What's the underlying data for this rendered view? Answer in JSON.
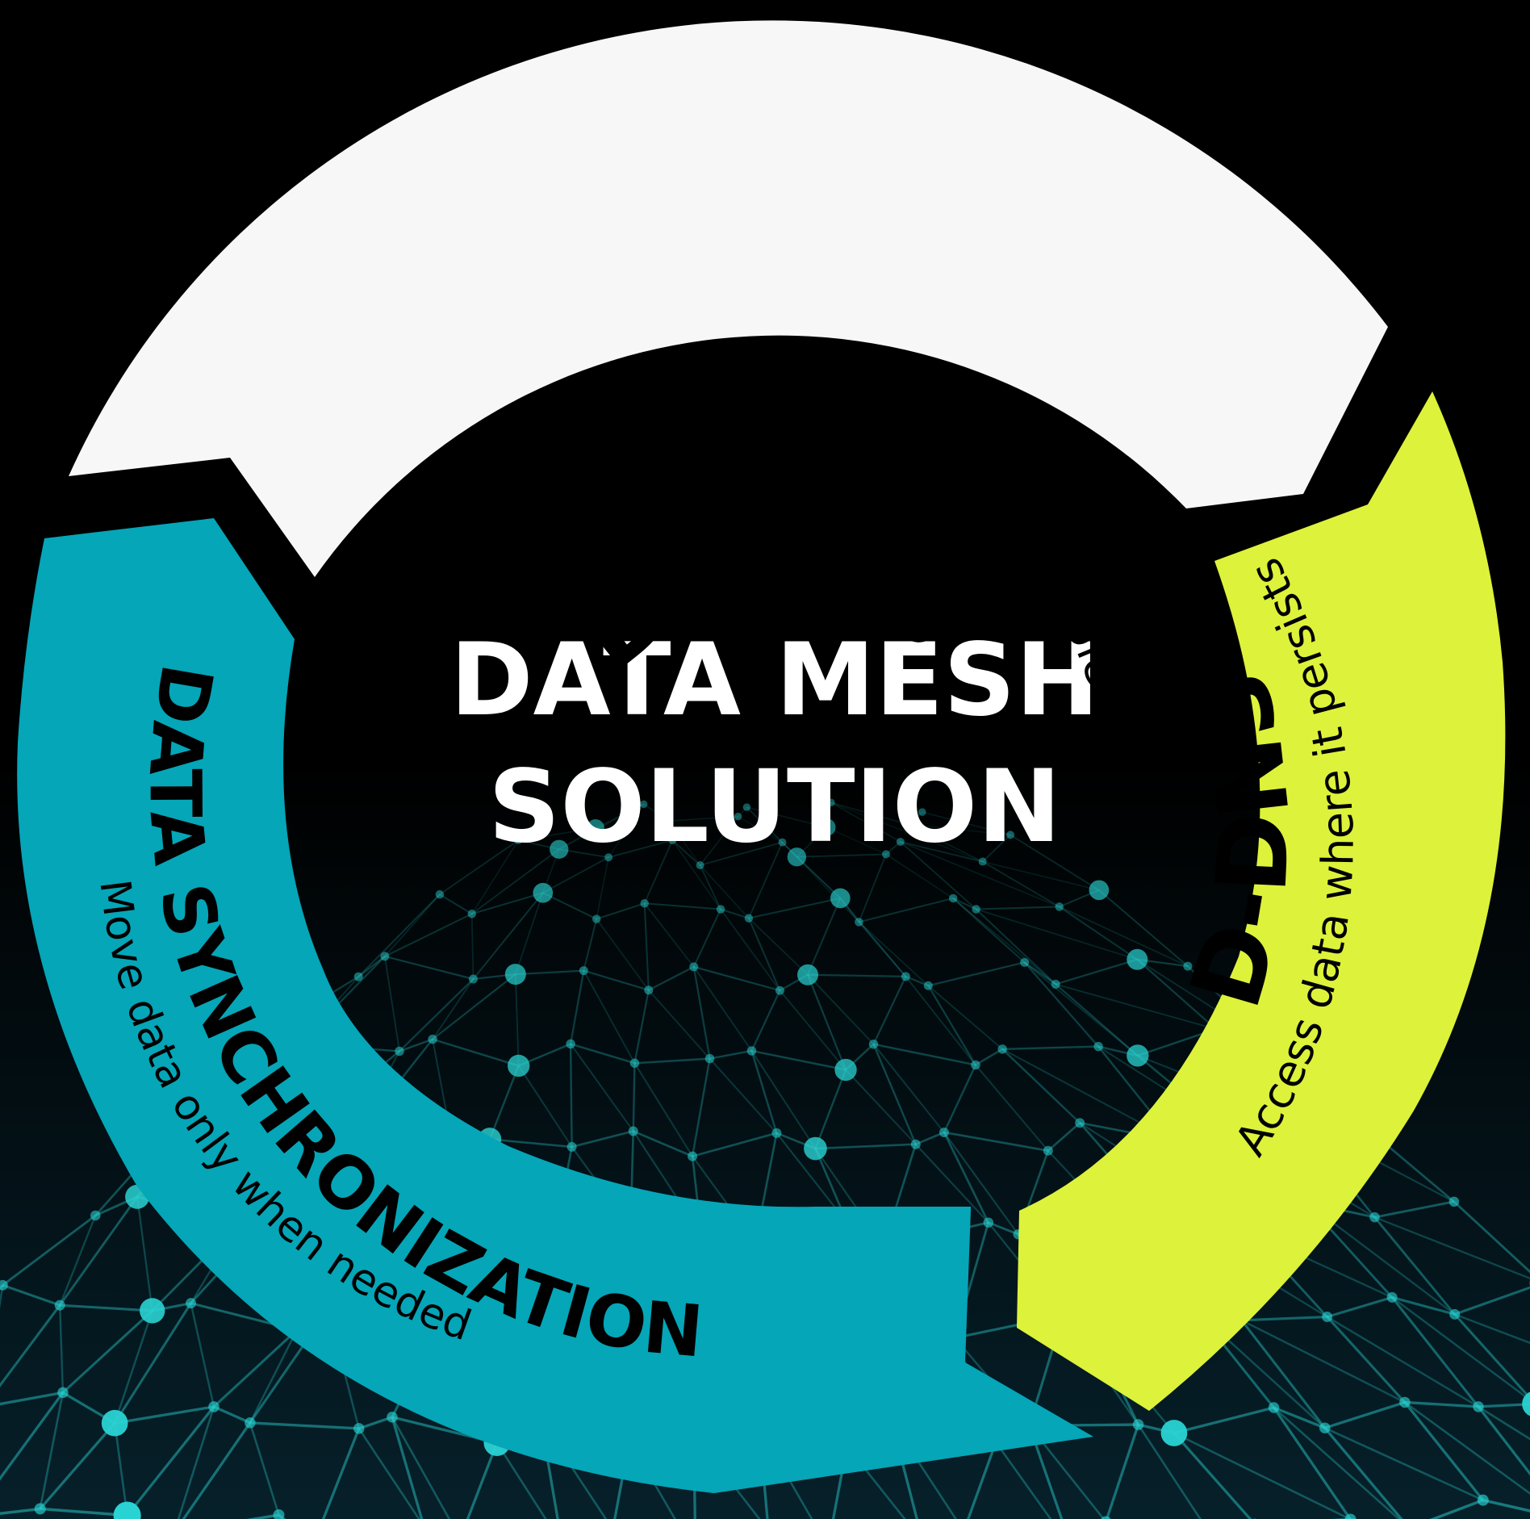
{
  "center": {
    "title_line1": "DATA MESH",
    "title_line2": "SOLUTION"
  },
  "segments": {
    "daap": {
      "title": "DAAP",
      "subtitle": "Manage data and make it discoverable",
      "color": "#F7F7F7"
    },
    "ddns": {
      "title": "D-DNS",
      "subtitle": "Access data where it persists",
      "color": "#DDF23A"
    },
    "sync": {
      "title": "DATA SYNCHRONIZATION",
      "subtitle": "Move data only when needed",
      "color": "#04A6B8"
    }
  },
  "colors": {
    "background": "#000000",
    "mesh": "#2AD3D3",
    "center_text": "#FFFFFF",
    "ring_text": "#000000"
  }
}
